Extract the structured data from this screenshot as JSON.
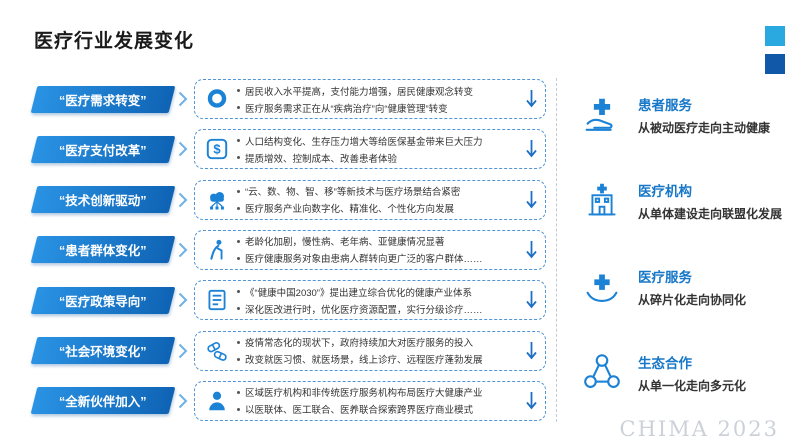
{
  "slide": {
    "title": "医疗行业发展变化",
    "watermark": "CHIMA 2023"
  },
  "rows": [
    {
      "tag": "“医疗需求转变”",
      "icon": "ring-icon",
      "lines": [
        "居民收入水平提高，支付能力增强，居民健康观念转变",
        "医疗服务需求正在从“疾病治疗”向“健康管理”转变"
      ]
    },
    {
      "tag": "“医疗支付改革”",
      "icon": "dollar-icon",
      "lines": [
        "人口结构变化、生存压力增大等给医保基金带来巨大压力",
        "提质增效、控制成本、改善患者体验"
      ]
    },
    {
      "tag": "“技术创新驱动”",
      "icon": "cloud-network-icon",
      "lines": [
        "“云、数、物、智、移”等新技术与医疗场景结合紧密",
        "医疗服务产业向数字化、精准化、个性化方向发展"
      ]
    },
    {
      "tag": "“患者群体变化”",
      "icon": "elderly-person-icon",
      "lines": [
        "老龄化加剧，慢性病、老年病、亚健康情况显著",
        "医疗健康服务对象由患病人群转向更广泛的客户群体……"
      ]
    },
    {
      "tag": "“医疗政策导向”",
      "icon": "document-icon",
      "lines": [
        "《“健康中国2030”》提出建立综合优化的健康产业体系",
        "深化医改进行时，优化医疗资源配置，实行分级诊疗……"
      ]
    },
    {
      "tag": "“社会环境变化”",
      "icon": "pills-icon",
      "lines": [
        "疫情常态化的现状下，政府持续加大对医疗服务的投入",
        "改变就医习惯、就医场景，线上诊疗、远程医疗蓬勃发展"
      ]
    },
    {
      "tag": "“全新伙伴加入”",
      "icon": "person-icon",
      "lines": [
        "区域医疗机构和非传统医疗服务机构布局医疗大健康产业",
        "以医联体、医工联合、医养联合探索跨界医疗商业模式"
      ]
    }
  ],
  "right_items": [
    {
      "icon": "hand-cross-icon",
      "title": "患者服务",
      "subtitle": "从被动医疗走向主动健康"
    },
    {
      "icon": "hospital-icon",
      "title": "医疗机构",
      "subtitle": "从单体建设走向联盟化发展"
    },
    {
      "icon": "hands-cross-icon",
      "title": "医疗服务",
      "subtitle": "从碎片化走向协同化"
    },
    {
      "icon": "network-nodes-icon",
      "title": "生态合作",
      "subtitle": "从单一化走向多元化"
    }
  ],
  "colors": {
    "accent": "#1b82d6",
    "tag_gradient_start": "#2a93e4",
    "tag_gradient_end": "#0f63b4",
    "corner_light": "#2aa9e0",
    "corner_dark": "#1258a8",
    "watermark": "#ccd1d9"
  }
}
